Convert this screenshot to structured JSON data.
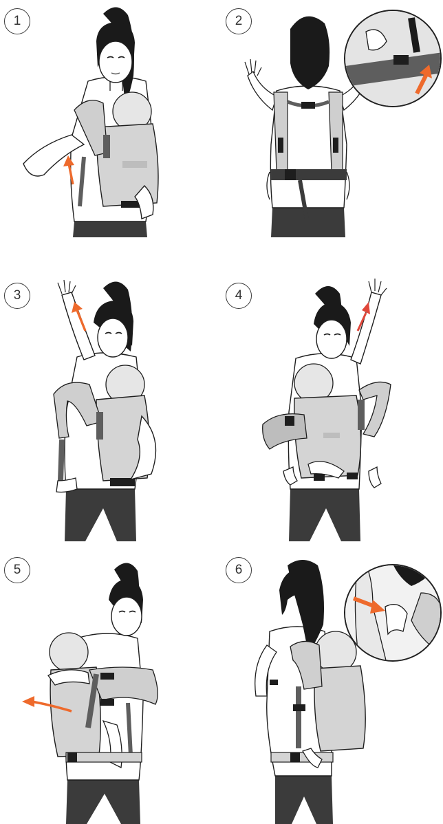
{
  "steps": [
    {
      "number": "1"
    },
    {
      "number": "2"
    },
    {
      "number": "3"
    },
    {
      "number": "4"
    },
    {
      "number": "5"
    },
    {
      "number": "6"
    }
  ],
  "colors": {
    "accent_arrow": "#ee6a2c",
    "carrier_fill": "#d4d4d4",
    "carrier_dark": "#5e5e5e",
    "outline": "#1e1e1e",
    "hair": "#1a1a1a",
    "pants": "#3b3b3b"
  },
  "icons": [
    "direction-arrow-icon"
  ]
}
